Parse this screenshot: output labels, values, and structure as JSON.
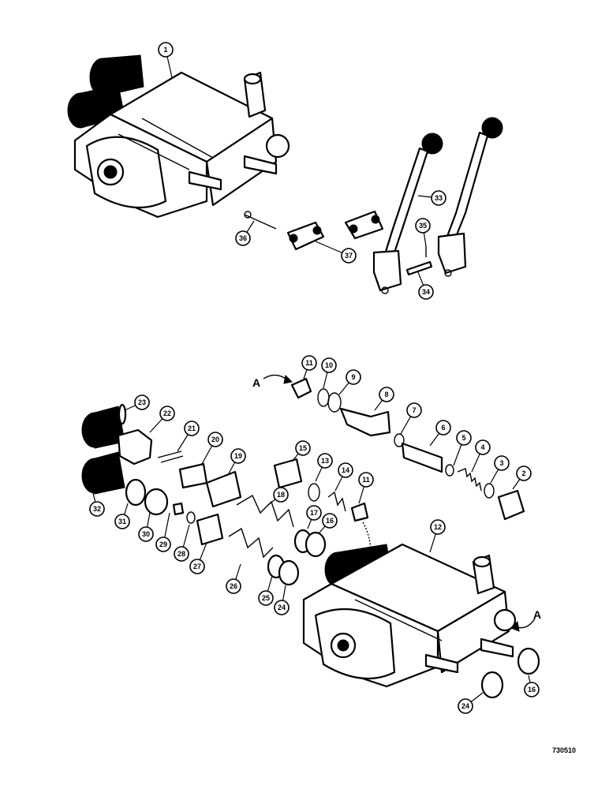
{
  "figure_number": "730510",
  "reference_label": "A",
  "callouts": [
    {
      "id": "1",
      "text": "1"
    },
    {
      "id": "33",
      "text": "33"
    },
    {
      "id": "35",
      "text": "35"
    },
    {
      "id": "34",
      "text": "34"
    },
    {
      "id": "36",
      "text": "36"
    },
    {
      "id": "37",
      "text": "37"
    },
    {
      "id": "11a",
      "text": "11"
    },
    {
      "id": "10",
      "text": "10"
    },
    {
      "id": "9",
      "text": "9"
    },
    {
      "id": "8",
      "text": "8"
    },
    {
      "id": "7",
      "text": "7"
    },
    {
      "id": "6",
      "text": "6"
    },
    {
      "id": "5",
      "text": "5"
    },
    {
      "id": "4",
      "text": "4"
    },
    {
      "id": "3",
      "text": "3"
    },
    {
      "id": "2",
      "text": "2"
    },
    {
      "id": "23",
      "text": "23"
    },
    {
      "id": "22",
      "text": "22"
    },
    {
      "id": "21",
      "text": "21"
    },
    {
      "id": "20",
      "text": "20"
    },
    {
      "id": "19",
      "text": "19"
    },
    {
      "id": "15",
      "text": "15"
    },
    {
      "id": "13",
      "text": "13"
    },
    {
      "id": "14",
      "text": "14"
    },
    {
      "id": "11b",
      "text": "11"
    },
    {
      "id": "18",
      "text": "18"
    },
    {
      "id": "17",
      "text": "17"
    },
    {
      "id": "16a",
      "text": "16"
    },
    {
      "id": "12",
      "text": "12"
    },
    {
      "id": "32",
      "text": "32"
    },
    {
      "id": "31",
      "text": "31"
    },
    {
      "id": "30",
      "text": "30"
    },
    {
      "id": "29",
      "text": "29"
    },
    {
      "id": "28",
      "text": "28"
    },
    {
      "id": "27",
      "text": "27"
    },
    {
      "id": "26",
      "text": "26"
    },
    {
      "id": "25",
      "text": "25"
    },
    {
      "id": "24a",
      "text": "24"
    },
    {
      "id": "24b",
      "text": "24"
    },
    {
      "id": "16b",
      "text": "16"
    }
  ]
}
